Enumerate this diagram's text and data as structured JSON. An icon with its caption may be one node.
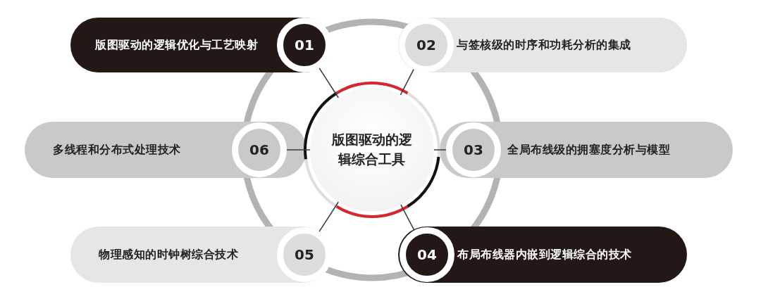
{
  "diagram": {
    "nodes": [
      {
        "text": [
          "版图驱动的逻辑综合工具"
        ]
      },
      {
        "text": [
          "版图驱动的逻辑优化与工艺映射"
        ]
      },
      {
        "text": [
          "01"
        ],
        "in": 1
      },
      {
        "text": [
          "与签核级的时序和功耗分析的集成"
        ]
      },
      {
        "text": [
          "02"
        ],
        "in": 3
      },
      {
        "text": [
          "多线程和分布式处理技术"
        ]
      },
      {
        "text": [
          "06"
        ],
        "in": 5
      },
      {
        "text": [
          "全局布线级的拥塞度分析与模型"
        ]
      },
      {
        "text": [
          "03"
        ],
        "in": 7
      },
      {
        "text": [
          "物理感知的时钟树综合技术"
        ]
      },
      {
        "text": [
          "05"
        ],
        "in": 9
      },
      {
        "text": [
          "布局布线器内嵌到逻辑综合的技术"
        ]
      },
      {
        "text": [
          "04"
        ],
        "in": 11
      }
    ],
    "edges": [
      {
        "from": 0,
        "to": 2,
        "arrow": "none"
      },
      {
        "from": 0,
        "to": 4,
        "arrow": "none"
      },
      {
        "from": 0,
        "to": 6,
        "arrow": "none"
      },
      {
        "from": 0,
        "to": 8,
        "arrow": "none"
      },
      {
        "from": 0,
        "to": 10,
        "arrow": "none"
      },
      {
        "from": 0,
        "to": 12,
        "arrow": "none"
      }
    ]
  }
}
